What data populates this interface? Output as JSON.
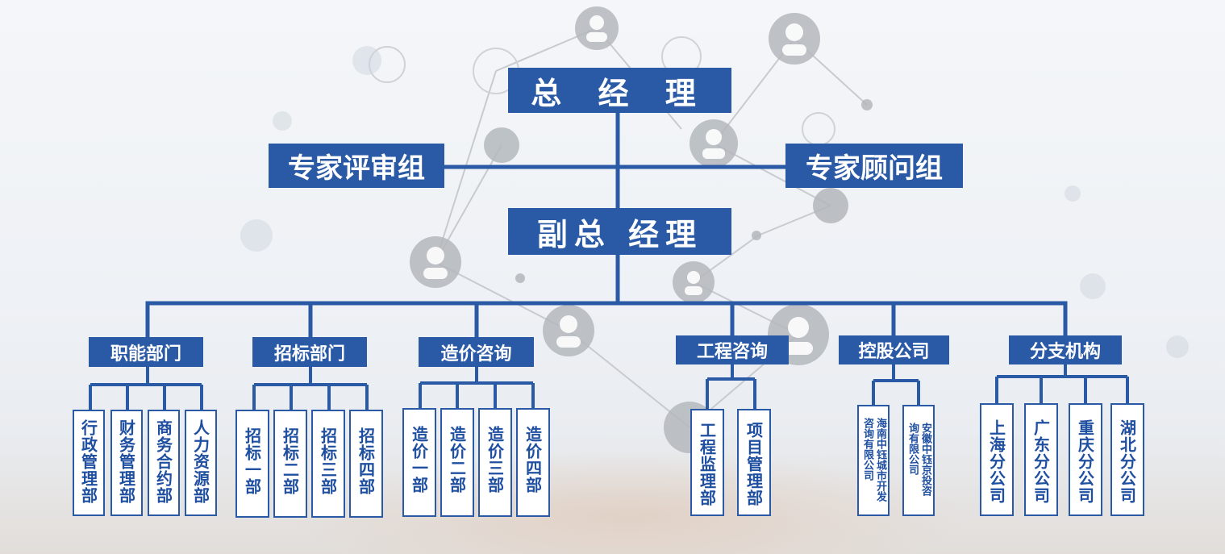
{
  "top": {
    "general_manager": "总 经 理",
    "expert_review_group": "专家评审组",
    "expert_advisory_group": "专家顾问组",
    "deputy_general_manager": "副总 经理"
  },
  "departments": [
    {
      "key": "functional",
      "label": "职能部门",
      "children": [
        "行政管理部",
        "财务管理部",
        "商务合约部",
        "人力资源部"
      ]
    },
    {
      "key": "bidding",
      "label": "招标部门",
      "children": [
        "招标一部",
        "招标二部",
        "招标三部",
        "招标四部"
      ]
    },
    {
      "key": "cost",
      "label": "造价咨询",
      "children": [
        "造价一部",
        "造价二部",
        "造价三部",
        "造价四部"
      ]
    },
    {
      "key": "engineering",
      "label": "工程咨询",
      "children": [
        "工程监理部",
        "项目管理部"
      ]
    },
    {
      "key": "holding",
      "label": "控股公司",
      "children": [
        "海南中钰城市开发咨询有限公司",
        "安徽中钰京投咨询有限公司"
      ]
    },
    {
      "key": "branch",
      "label": "分支机构",
      "children": [
        "上海分公司",
        "广东分公司",
        "重庆分公司",
        "湖北分公司"
      ]
    }
  ],
  "colors": {
    "box_fill": "#2a5aa6",
    "line": "#2a5aa6",
    "leaf_border": "#2a5aa6",
    "leaf_text": "#1f4fa0"
  },
  "icons": {
    "background": "person-network-icon"
  }
}
